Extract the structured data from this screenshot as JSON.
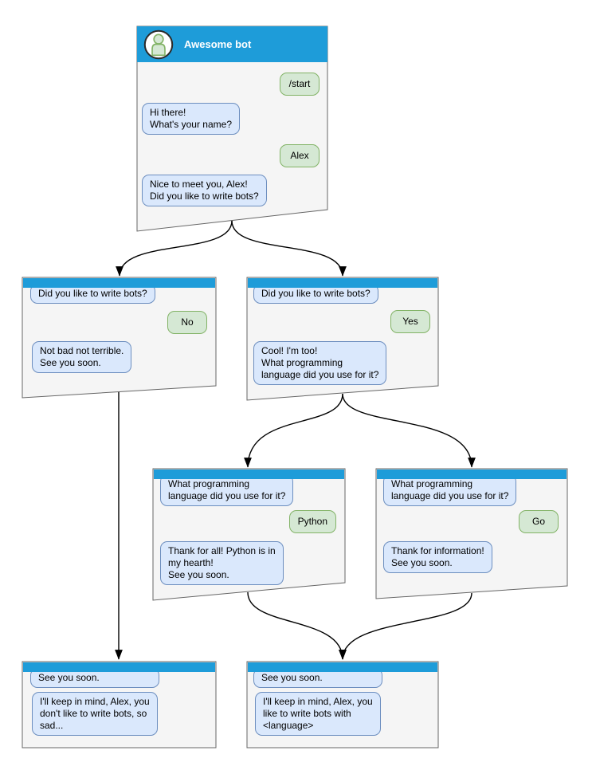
{
  "palette": {
    "header_blue": "#1E9CD9",
    "box_fill": "#F5F5F5",
    "box_border": "#666666",
    "bot_bubble_fill": "#DAE8FC",
    "bot_bubble_border": "#6C8EBF",
    "user_bubble_fill": "#D5E8D4",
    "user_bubble_border": "#82B366"
  },
  "icons": {
    "avatar": "bot-avatar-icon"
  },
  "nodes": {
    "start": {
      "title": "Awesome bot",
      "messages": [
        {
          "from": "user",
          "text": "/start"
        },
        {
          "from": "bot",
          "text": "Hi there!\nWhat's your name?"
        },
        {
          "from": "user",
          "text": "Alex"
        },
        {
          "from": "bot",
          "text": "Nice to meet you, Alex!\nDid you like to write bots?"
        }
      ]
    },
    "branch_no": {
      "messages": [
        {
          "from": "bot",
          "text": "Did you like to write bots?"
        },
        {
          "from": "user",
          "text": "No"
        },
        {
          "from": "bot",
          "text": "Not bad not terrible.\nSee you soon."
        }
      ]
    },
    "branch_yes": {
      "messages": [
        {
          "from": "bot",
          "text": "Did you like to write bots?"
        },
        {
          "from": "user",
          "text": "Yes"
        },
        {
          "from": "bot",
          "text": "Cool! I'm too!\nWhat programming\nlanguage did you use for it?"
        }
      ]
    },
    "branch_python": {
      "messages": [
        {
          "from": "bot",
          "text": "What programming\nlanguage did you use for it?"
        },
        {
          "from": "user",
          "text": "Python"
        },
        {
          "from": "bot",
          "text": "Thank for all! Python is in\nmy hearth!\nSee you soon."
        }
      ]
    },
    "branch_go": {
      "messages": [
        {
          "from": "bot",
          "text": "What programming\nlanguage did you use for it?"
        },
        {
          "from": "user",
          "text": "Go"
        },
        {
          "from": "bot",
          "text": "Thank for information!\nSee you soon."
        }
      ]
    },
    "end_no": {
      "messages": [
        {
          "from": "bot",
          "text": "See you soon."
        },
        {
          "from": "bot",
          "text": "I'll keep in mind, Alex, you\ndon't like to write bots, so\nsad..."
        }
      ]
    },
    "end_yes": {
      "messages": [
        {
          "from": "bot",
          "text": "See you soon."
        },
        {
          "from": "bot",
          "text": "I'll keep in mind, Alex, you\nlike to write bots with\n<language>"
        }
      ]
    }
  }
}
